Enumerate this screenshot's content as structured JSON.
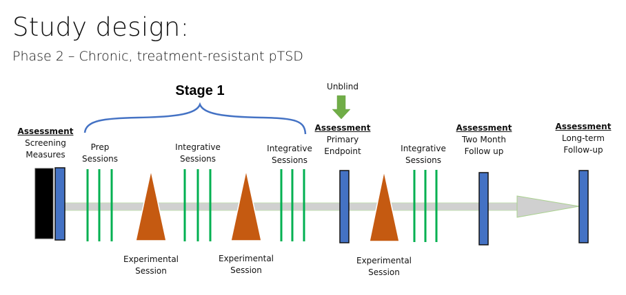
{
  "title": "Study design:",
  "subtitle": "Phase 2 – Chronic, treatment-resistant pTSD",
  "stage": {
    "label": "Stage 1"
  },
  "unblind": {
    "label": "Unblind",
    "icon": "down-arrow-icon"
  },
  "assessments": [
    {
      "heading": "Assessment",
      "lines": [
        "Screening",
        "Measures"
      ]
    },
    {
      "heading": "Assessment",
      "lines": [
        "Primary",
        "Endpoint"
      ]
    },
    {
      "heading": "Assessment",
      "lines": [
        "Two Month",
        "Follow up"
      ]
    },
    {
      "heading": "Assessment",
      "lines": [
        "Long-term",
        "Follow-up"
      ]
    }
  ],
  "session_groups": [
    {
      "lines": [
        "Prep",
        "Sessions"
      ]
    },
    {
      "lines": [
        "Integrative",
        "Sessions"
      ]
    },
    {
      "lines": [
        "Integrative",
        "Sessions"
      ]
    },
    {
      "lines": [
        "Integrative",
        "Sessions"
      ]
    }
  ],
  "experimental_sessions": [
    {
      "lines": [
        "Experimental",
        "Session"
      ]
    },
    {
      "lines": [
        "Experimental",
        "Session"
      ]
    },
    {
      "lines": [
        "Experimental",
        "Session"
      ]
    }
  ],
  "colors": {
    "assessment_blue": "#4472c4",
    "screening_black": "#000000",
    "session_green": "#00b050",
    "experimental_orange": "#c55a11",
    "timeline_gray": "#d0d0d0",
    "timeline_outline": "#a9d18e",
    "brace_blue": "#4472c4",
    "unblind_green": "#70ad47"
  }
}
